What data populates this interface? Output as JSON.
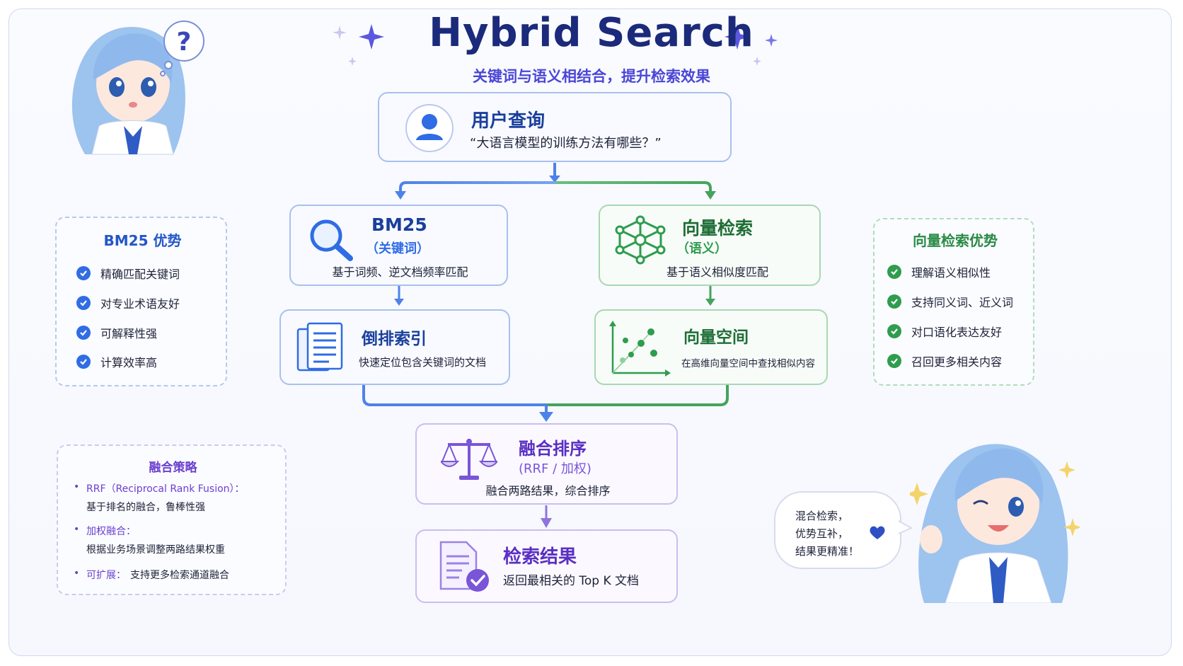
{
  "header": {
    "title": "Hybrid Search",
    "subtitle": "关键词与语义相结合，提升检索效果"
  },
  "query": {
    "title": "用户查询",
    "text": "“大语言模型的训练方法有哪些？”"
  },
  "bm25": {
    "title": "BM25",
    "paren": "（关键词）",
    "desc": "基于词频、逆文档频率匹配"
  },
  "vector": {
    "title": "向量检索",
    "paren": "（语义）",
    "desc": "基于语义相似度匹配"
  },
  "inverted_index": {
    "title": "倒排索引",
    "desc": "快速定位包含关键词的文档"
  },
  "vector_space": {
    "title": "向量空间",
    "desc": "在高维向量空间中查找相似内容"
  },
  "fusion": {
    "title": "融合排序",
    "paren": "(RRF / 加权)",
    "desc": "融合两路结果，综合排序"
  },
  "result": {
    "title": "检索结果",
    "desc": "返回最相关的 Top K 文档"
  },
  "bm25_advantages": {
    "title": "BM25 优势",
    "items": [
      "精确匹配关键词",
      "对专业术语友好",
      "可解释性强",
      "计算效率高"
    ]
  },
  "vector_advantages": {
    "title": "向量检索优势",
    "items": [
      "理解语义相似性",
      "支持同义词、近义词",
      "对口语化表达友好",
      "召回更多相关内容"
    ]
  },
  "fusion_strategy": {
    "title": "融合策略",
    "items": [
      {
        "label": "RRF（Reciprocal Rank Fusion）：",
        "detail": "基于排名的融合，鲁棒性强"
      },
      {
        "label": "加权融合：",
        "detail": "根据业务场景调整两路结果权重"
      },
      {
        "label": "可扩展：",
        "detail": "支持更多检索通道融合"
      }
    ]
  },
  "speech": {
    "question_mark": "?",
    "lines": [
      "混合检索，",
      "优势互补，",
      "结果更精准！"
    ]
  },
  "colors": {
    "blue": "#2f6ce5",
    "green": "#2f9c4e",
    "purple": "#7a55d8",
    "title": "#1b2a7a"
  }
}
